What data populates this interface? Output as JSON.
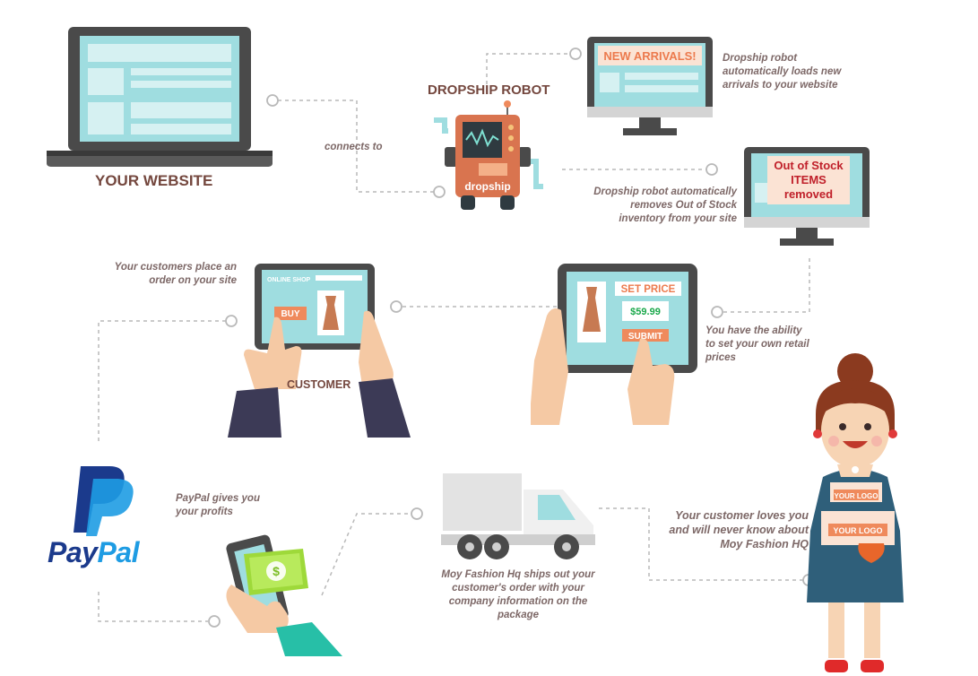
{
  "website": {
    "title": "YOUR WEBSITE",
    "connects": "connects to"
  },
  "robot": {
    "title": "DROPSHIP ROBOT",
    "brand": "dropship"
  },
  "arrivals": {
    "screen": "NEW ARRIVALS!",
    "caption": "Dropship robot automatically loads new arrivals to your website"
  },
  "oos": {
    "screen": [
      "Out of Stock",
      "ITEMS",
      "removed"
    ],
    "caption": "Dropship robot automatically removes Out of Stock inventory from your site"
  },
  "customer": {
    "label": "CUSTOMER",
    "caption": "Your customers place an order on your site",
    "shop": "ONLINE SHOP",
    "buy": "BUY"
  },
  "pricing": {
    "set_price": "SET PRICE",
    "price": "$59.99",
    "submit": "SUBMIT",
    "caption": "You have the ability to set your own retail prices"
  },
  "paypal": {
    "logo": "PayPal",
    "caption": "PayPal gives you your profits"
  },
  "shipping": {
    "caption": "Moy Fashion Hq  ships out your customer's order with your company information on the package"
  },
  "happy": {
    "caption": "Your customer loves you and will never know about Moy Fashion HQ",
    "logo_top": "YOUR LOGO",
    "logo_bottom": "YOUR LOGO"
  },
  "colors": {
    "teal": "#9fdde0",
    "gray": "#4a4a4a",
    "orange": "#ef8a5c",
    "brown": "#74473e",
    "paypal_dark": "#1b3a8c",
    "paypal_light": "#1e9ce3",
    "caption": "#7d6867"
  }
}
